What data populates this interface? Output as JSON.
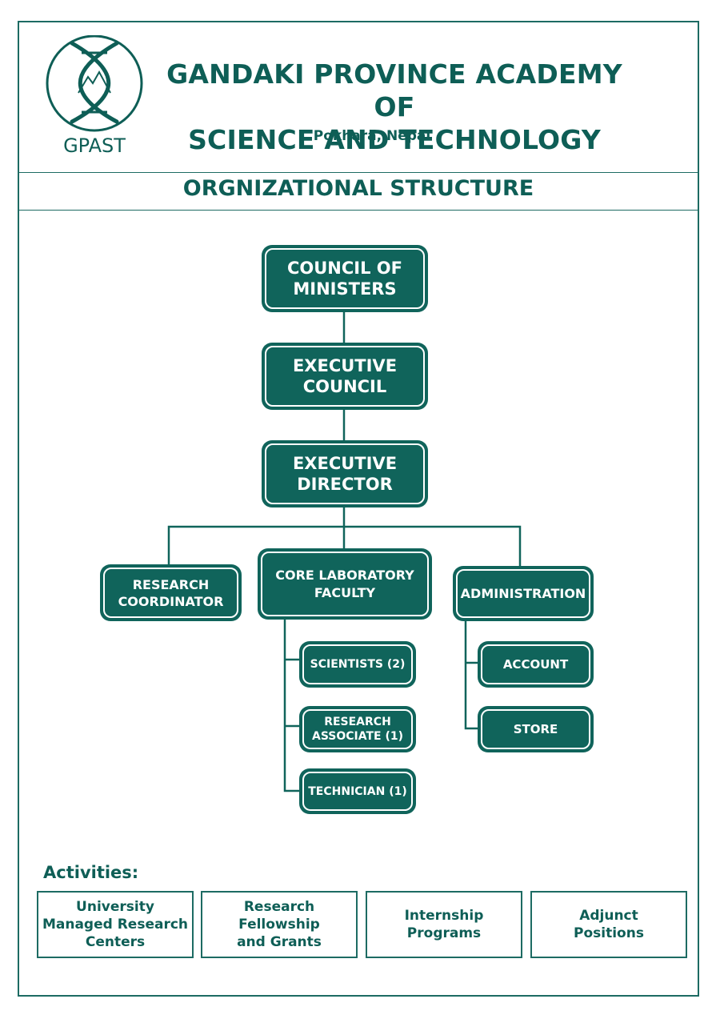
{
  "header": {
    "logo_text": "GPAST",
    "title": "GANDAKI PROVINCE ACADEMY OF\nSCIENCE AND TECHNOLOGY",
    "location": "Pokhara, Nepal"
  },
  "section_title": "ORGNIZATIONAL STRUCTURE",
  "org": {
    "council": "COUNCIL OF\nMINISTERS",
    "executive_council": "EXECUTIVE\nCOUNCIL",
    "executive_director": "EXECUTIVE\nDIRECTOR",
    "research_coordinator": "RESEARCH\nCOORDINATOR",
    "core_lab": "CORE LABORATORY\nFACULTY",
    "administration": "ADMINISTRATION",
    "scientists": "SCIENTISTS (2)",
    "research_associate": "RESEARCH\nASSOCIATE (1)",
    "technician": "TECHNICIAN (1)",
    "account": "ACCOUNT",
    "store": "STORE"
  },
  "activities": {
    "label": "Activities:",
    "items": [
      "University\nManaged Research\nCenters",
      "Research Fellowship\nand Grants",
      "Internship\nPrograms",
      "Adjunct\nPositions"
    ]
  },
  "colors": {
    "primary": "#10645b",
    "text": "#0e5e56",
    "border": "#1d6b63"
  }
}
